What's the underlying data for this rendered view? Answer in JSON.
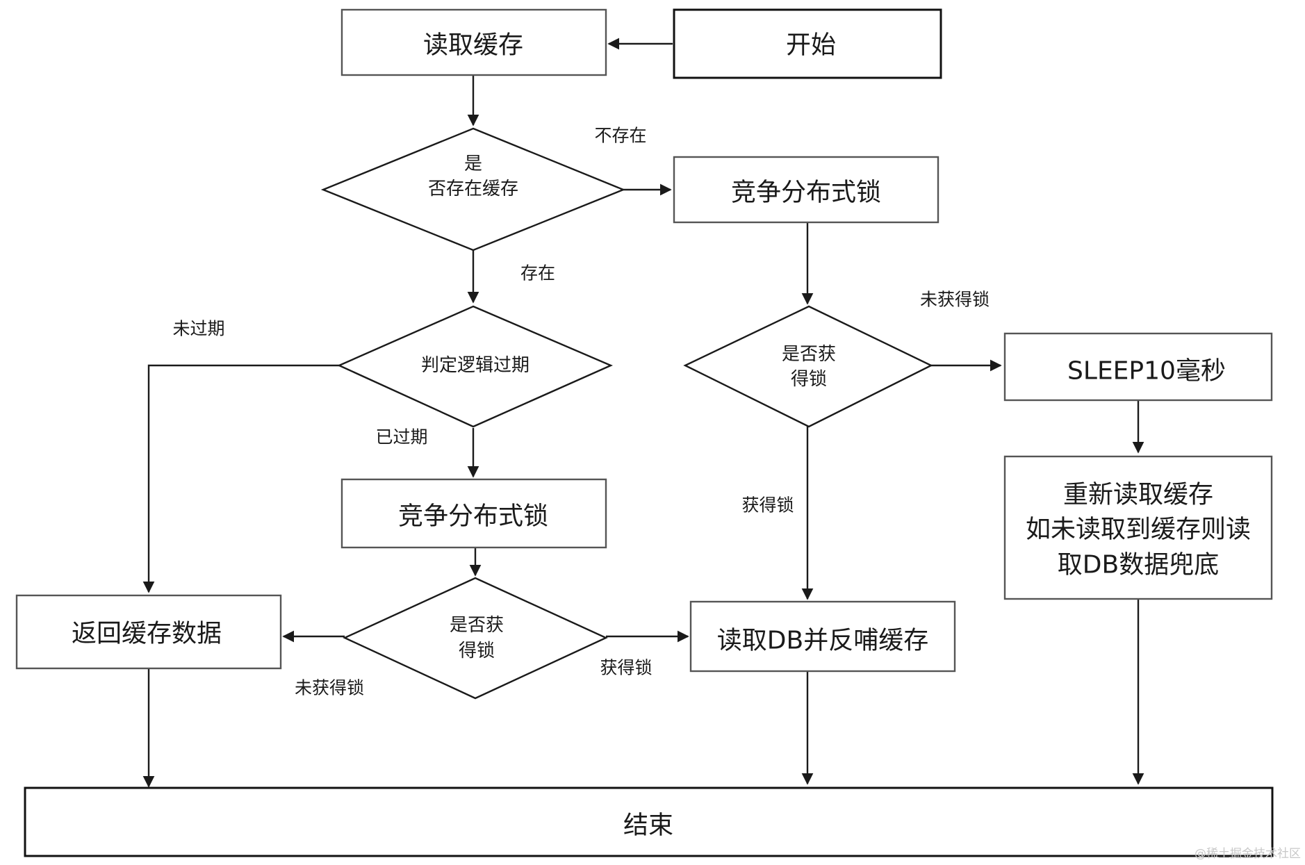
{
  "nodes": {
    "start": "开始",
    "read_cache": "读取缓存",
    "cache_exists_q": [
      "是",
      "否存在缓存"
    ],
    "compete_lock_top": "竞争分布式锁",
    "logic_expired_q": "判定逻辑过期",
    "lock_acquired_q_right": [
      "是否获",
      "得锁"
    ],
    "sleep": "SLEEP10毫秒",
    "compete_lock_mid": "竞争分布式锁",
    "retry_read": [
      "重新读取缓存",
      "如未读取到缓存则读",
      "取DB数据兜底"
    ],
    "return_cache": "返回缓存数据",
    "lock_acquired_q_mid": [
      "是否获",
      "得锁"
    ],
    "read_db_backfill": "读取DB并反哺缓存",
    "end": "结束"
  },
  "edge_labels": {
    "not_exists": "不存在",
    "exists": "存在",
    "not_expired": "未过期",
    "expired": "已过期",
    "lock_failed_right": "未获得锁",
    "lock_ok_right": "获得锁",
    "lock_failed_mid": "未获得锁",
    "lock_ok_mid": "获得锁"
  },
  "watermark": "@稀土掘金技术社区"
}
